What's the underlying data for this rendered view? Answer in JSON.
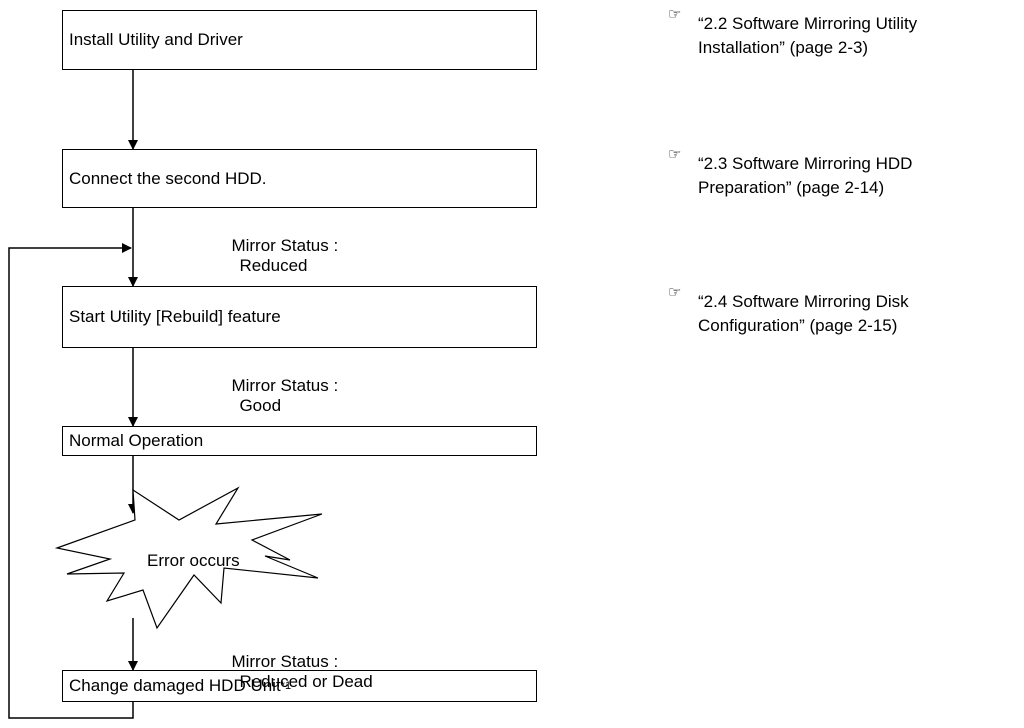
{
  "steps": [
    {
      "label": "Install Utility and Driver"
    },
    {
      "label": "Connect the second HDD."
    },
    {
      "label": "Start Utility [Rebuild] feature"
    },
    {
      "label": "Normal Operation"
    },
    {
      "label": "Change damaged HDD Unit",
      "footnote": "*1"
    }
  ],
  "error": {
    "label": "Error occurs"
  },
  "statuses": [
    {
      "prefix": "Mirror Status :",
      "value": "Reduced"
    },
    {
      "prefix": "Mirror Status :",
      "value": "Good"
    },
    {
      "prefix": "Mirror Status :",
      "value": "Reduced or Dead"
    }
  ],
  "refs": [
    {
      "icon": "pointing-hand-icon",
      "line1": "“2.2 Software Mirroring Utility",
      "line2": "Installation” (page 2-3)"
    },
    {
      "icon": "pointing-hand-icon",
      "line1": "“2.3 Software Mirroring HDD",
      "line2": "Preparation” (page 2-14)"
    },
    {
      "icon": "pointing-hand-icon",
      "line1": "“2.4 Software Mirroring Disk",
      "line2": "Configuration” (page 2-15)"
    }
  ],
  "icon_glyph": "☞"
}
